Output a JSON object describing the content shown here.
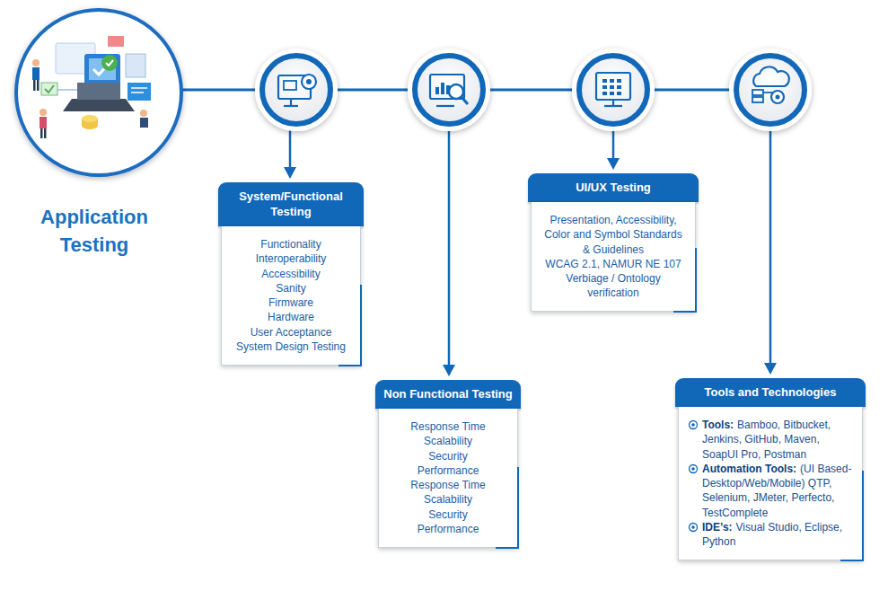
{
  "diagram": {
    "title": "Application Testing",
    "nodes": [
      {
        "text": [
          "System/Functional Testing",
          "Functionality",
          "Interoperability",
          "Accessibility",
          "Sanity",
          "Firmware",
          "Hardware",
          "User Acceptance",
          "System Design Testing"
        ]
      },
      {
        "text": [
          "Non Functional Testing",
          "Response Time",
          "Scalability",
          "Security",
          "Performance",
          "Response Time",
          "Scalability",
          "Security",
          "Performance"
        ]
      },
      {
        "text": [
          "UI/UX Testing",
          "Presentation, Accessibility, Color and Symbol Standards & Guidelines",
          "WCAG 2.1, NAMUR NE 107",
          "Verbiage / Ontology verification"
        ]
      },
      {
        "text": [
          "Tools and Technologies",
          "Tools:",
          "Bamboo, Bitbucket, Jenkins, GitHub, Maven, SoapUI Pro, Postman",
          "Automation Tools:",
          "(UI Based-Desktop/Web/Mobile) QTP, Selenium, JMeter, Perfecto, TestComplete",
          "IDE’s:",
          "Visual Studio, Eclipse, Python"
        ]
      }
    ]
  }
}
